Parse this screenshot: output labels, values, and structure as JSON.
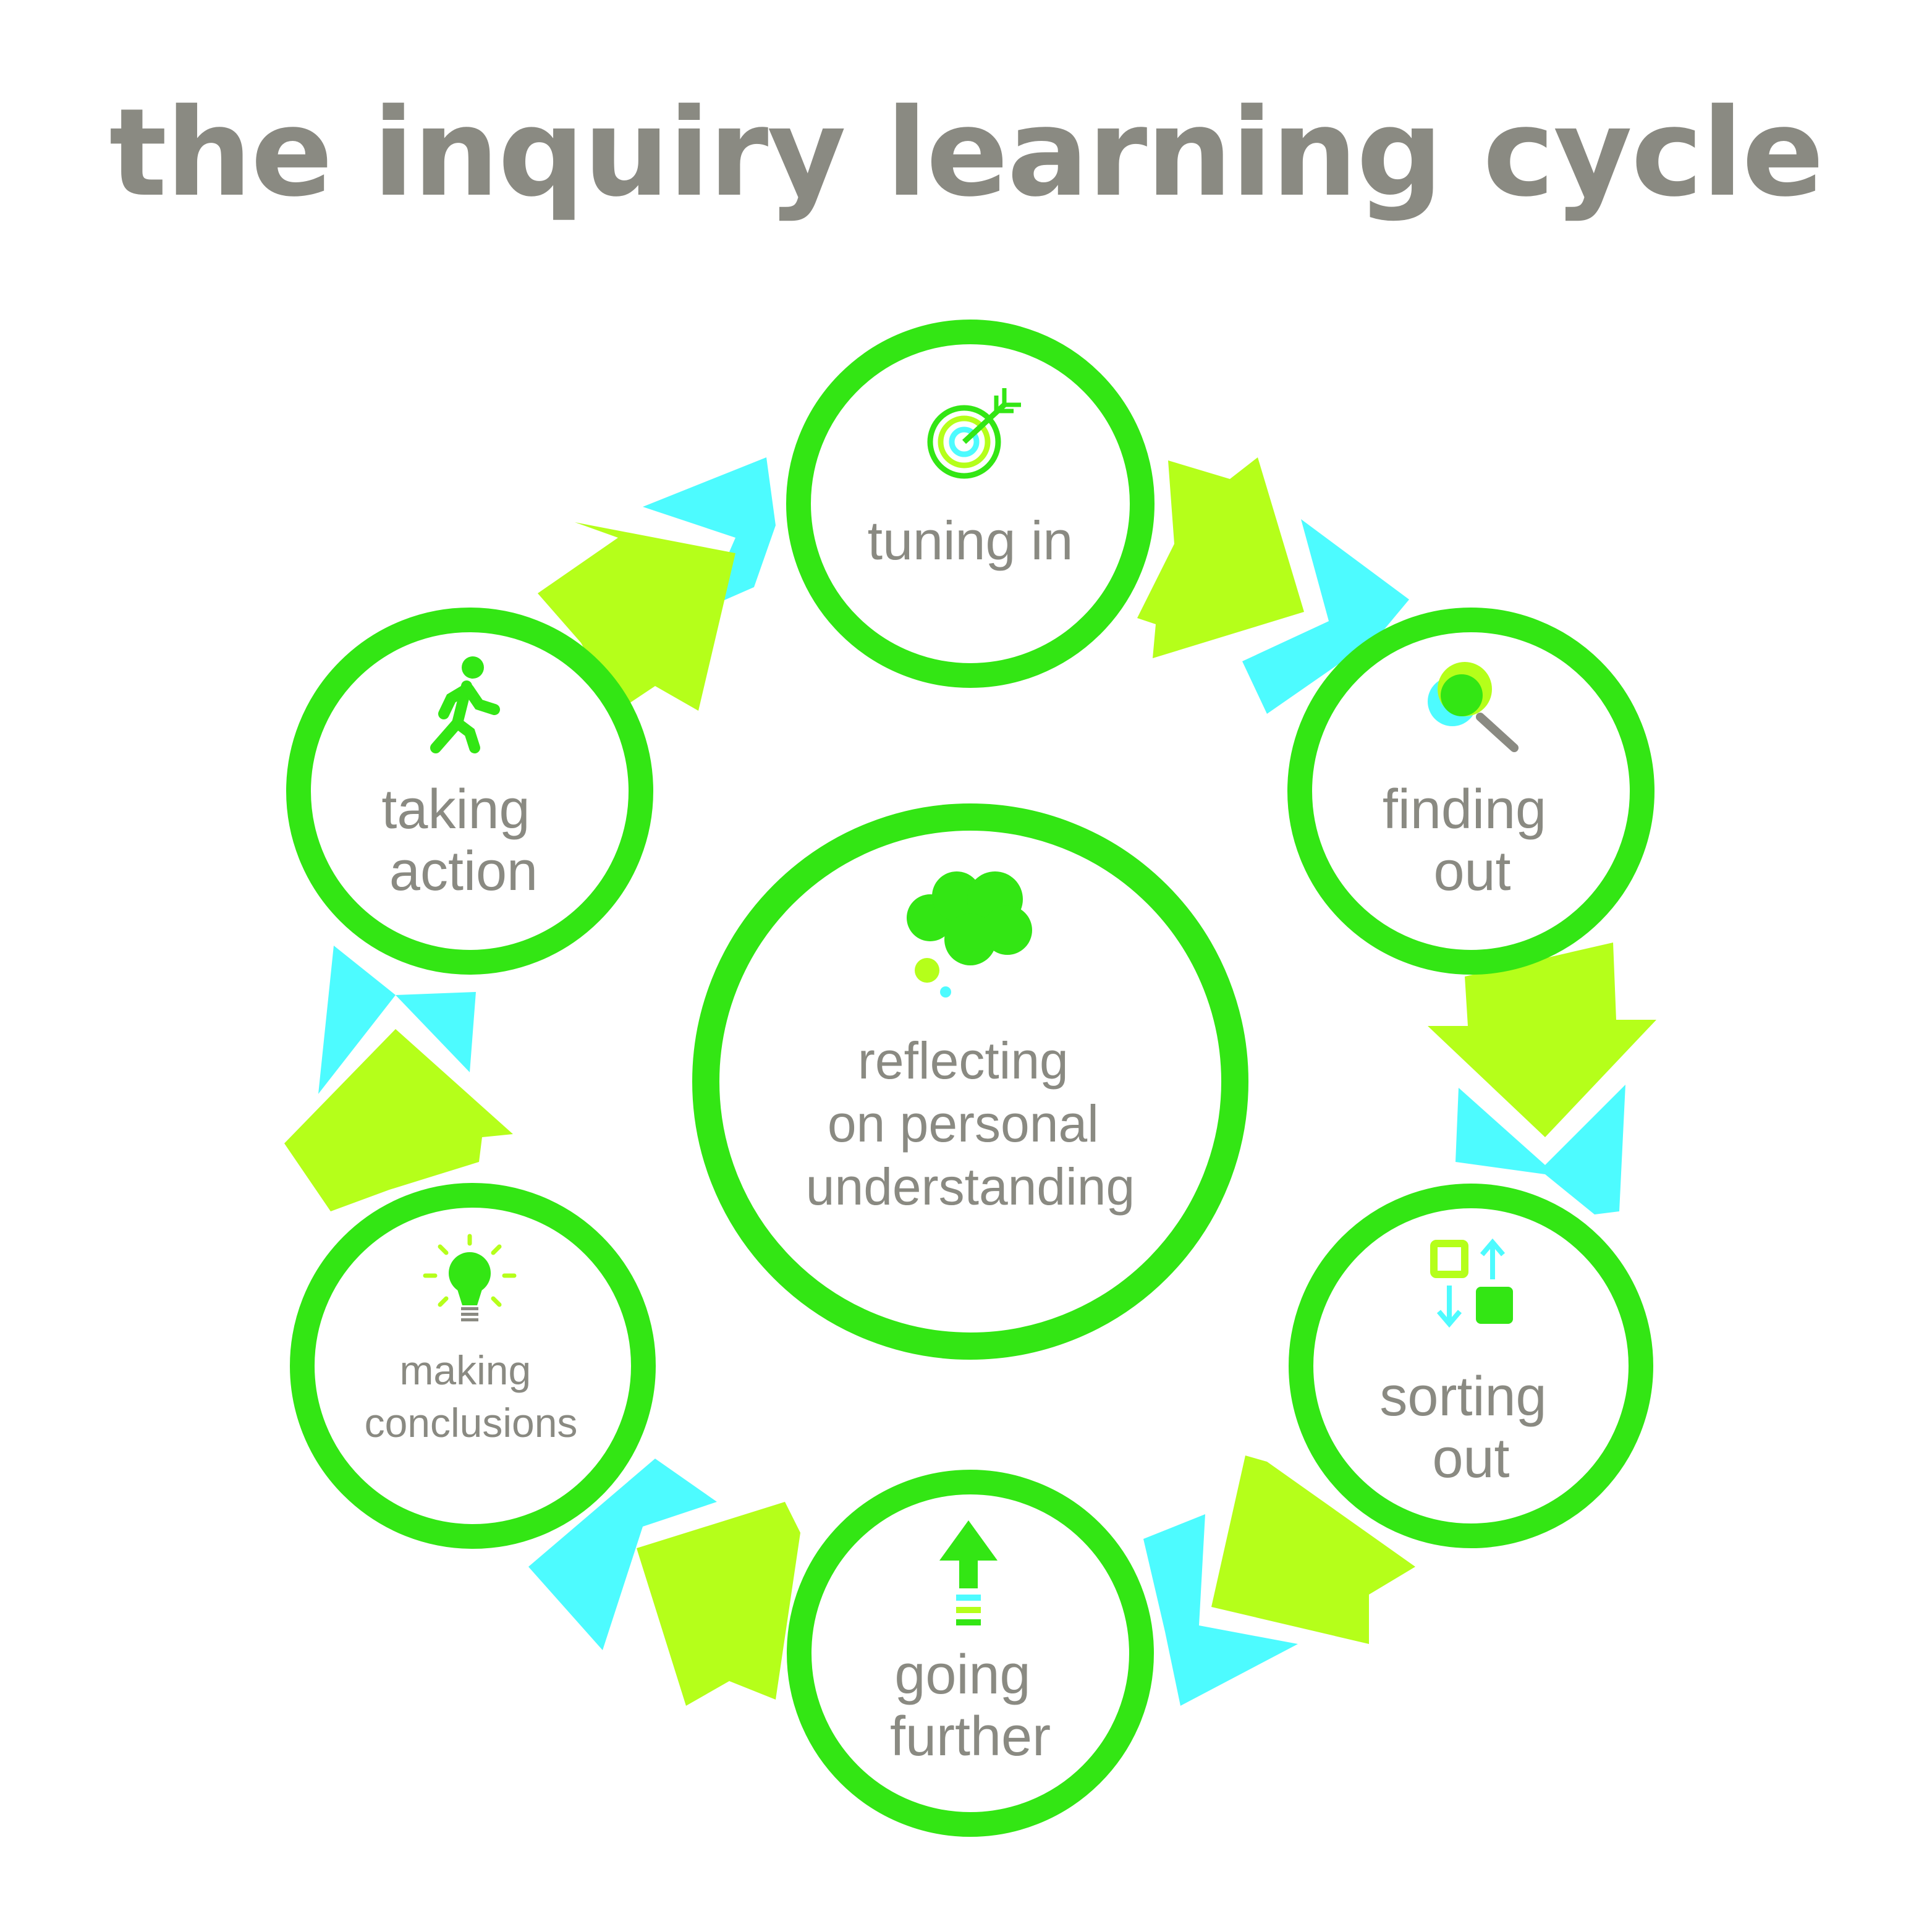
{
  "title": "the inquiry learning cycle",
  "center": {
    "lines": [
      "reflecting",
      "on personal",
      "understanding"
    ],
    "icon": "thought-cloud-icon"
  },
  "stages": [
    {
      "id": "tuning-in",
      "lines": [
        "tuning in"
      ],
      "icon": "target-icon"
    },
    {
      "id": "finding-out",
      "lines": [
        "finding",
        "out"
      ],
      "icon": "magnifier-icon"
    },
    {
      "id": "sorting-out",
      "lines": [
        "sorting",
        "out"
      ],
      "icon": "sort-blocks-icon"
    },
    {
      "id": "going-further",
      "lines": [
        "going",
        "further"
      ],
      "icon": "up-arrow-icon"
    },
    {
      "id": "making-conclusions",
      "lines": [
        "making",
        "conclusions"
      ],
      "icon": "lightbulb-icon"
    },
    {
      "id": "taking-action",
      "lines": [
        "taking",
        "action"
      ],
      "icon": "walking-person-icon"
    }
  ],
  "colors": {
    "ring": "#33e614",
    "arrow_green": "#b5ff1a",
    "arrow_cyan": "#4dfbff",
    "text": "#8a8a82",
    "title": "#8a8a82"
  }
}
